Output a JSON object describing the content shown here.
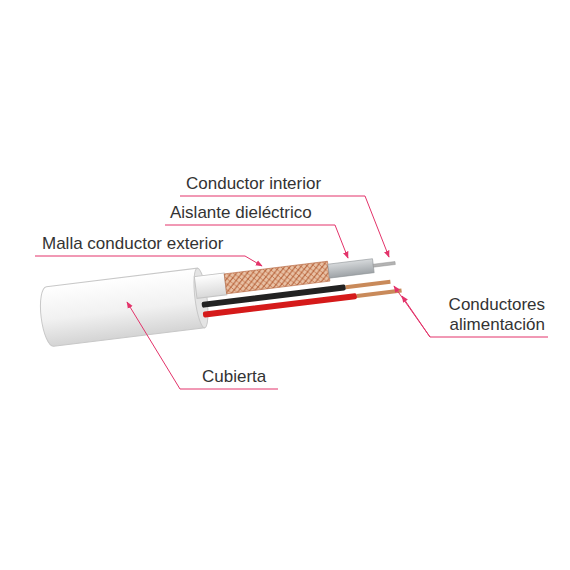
{
  "diagram": {
    "labels": [
      "Conductor interior",
      "Aislante dieléctrico",
      "Malla conductor exterior",
      "Conductores alimentación",
      "Cubierta"
    ]
  }
}
